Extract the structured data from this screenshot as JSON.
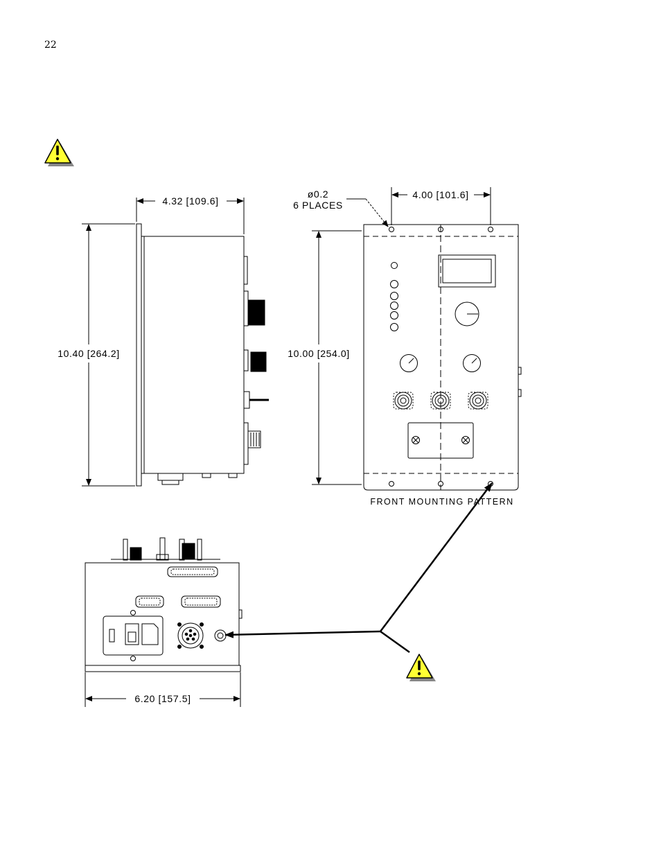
{
  "page": {
    "number": "22"
  },
  "side_view": {
    "width_dim": "4.32 [109.6]",
    "height_dim": "10.40 [264.2]"
  },
  "front_view": {
    "hole_note_line1": "ø0.2",
    "hole_note_line2": "6 PLACES",
    "hole_spacing_dim": "4.00 [101.6]",
    "height_dim": "10.00 [254.0]",
    "caption": "FRONT MOUNTING PATTERN"
  },
  "rear_view": {
    "width_dim": "6.20 [157.5]"
  },
  "icons": {
    "warning_top": "warning-icon",
    "warning_bottom": "warning-icon"
  },
  "colors": {
    "warning_fill": "#ffff33",
    "line": "#000000"
  }
}
